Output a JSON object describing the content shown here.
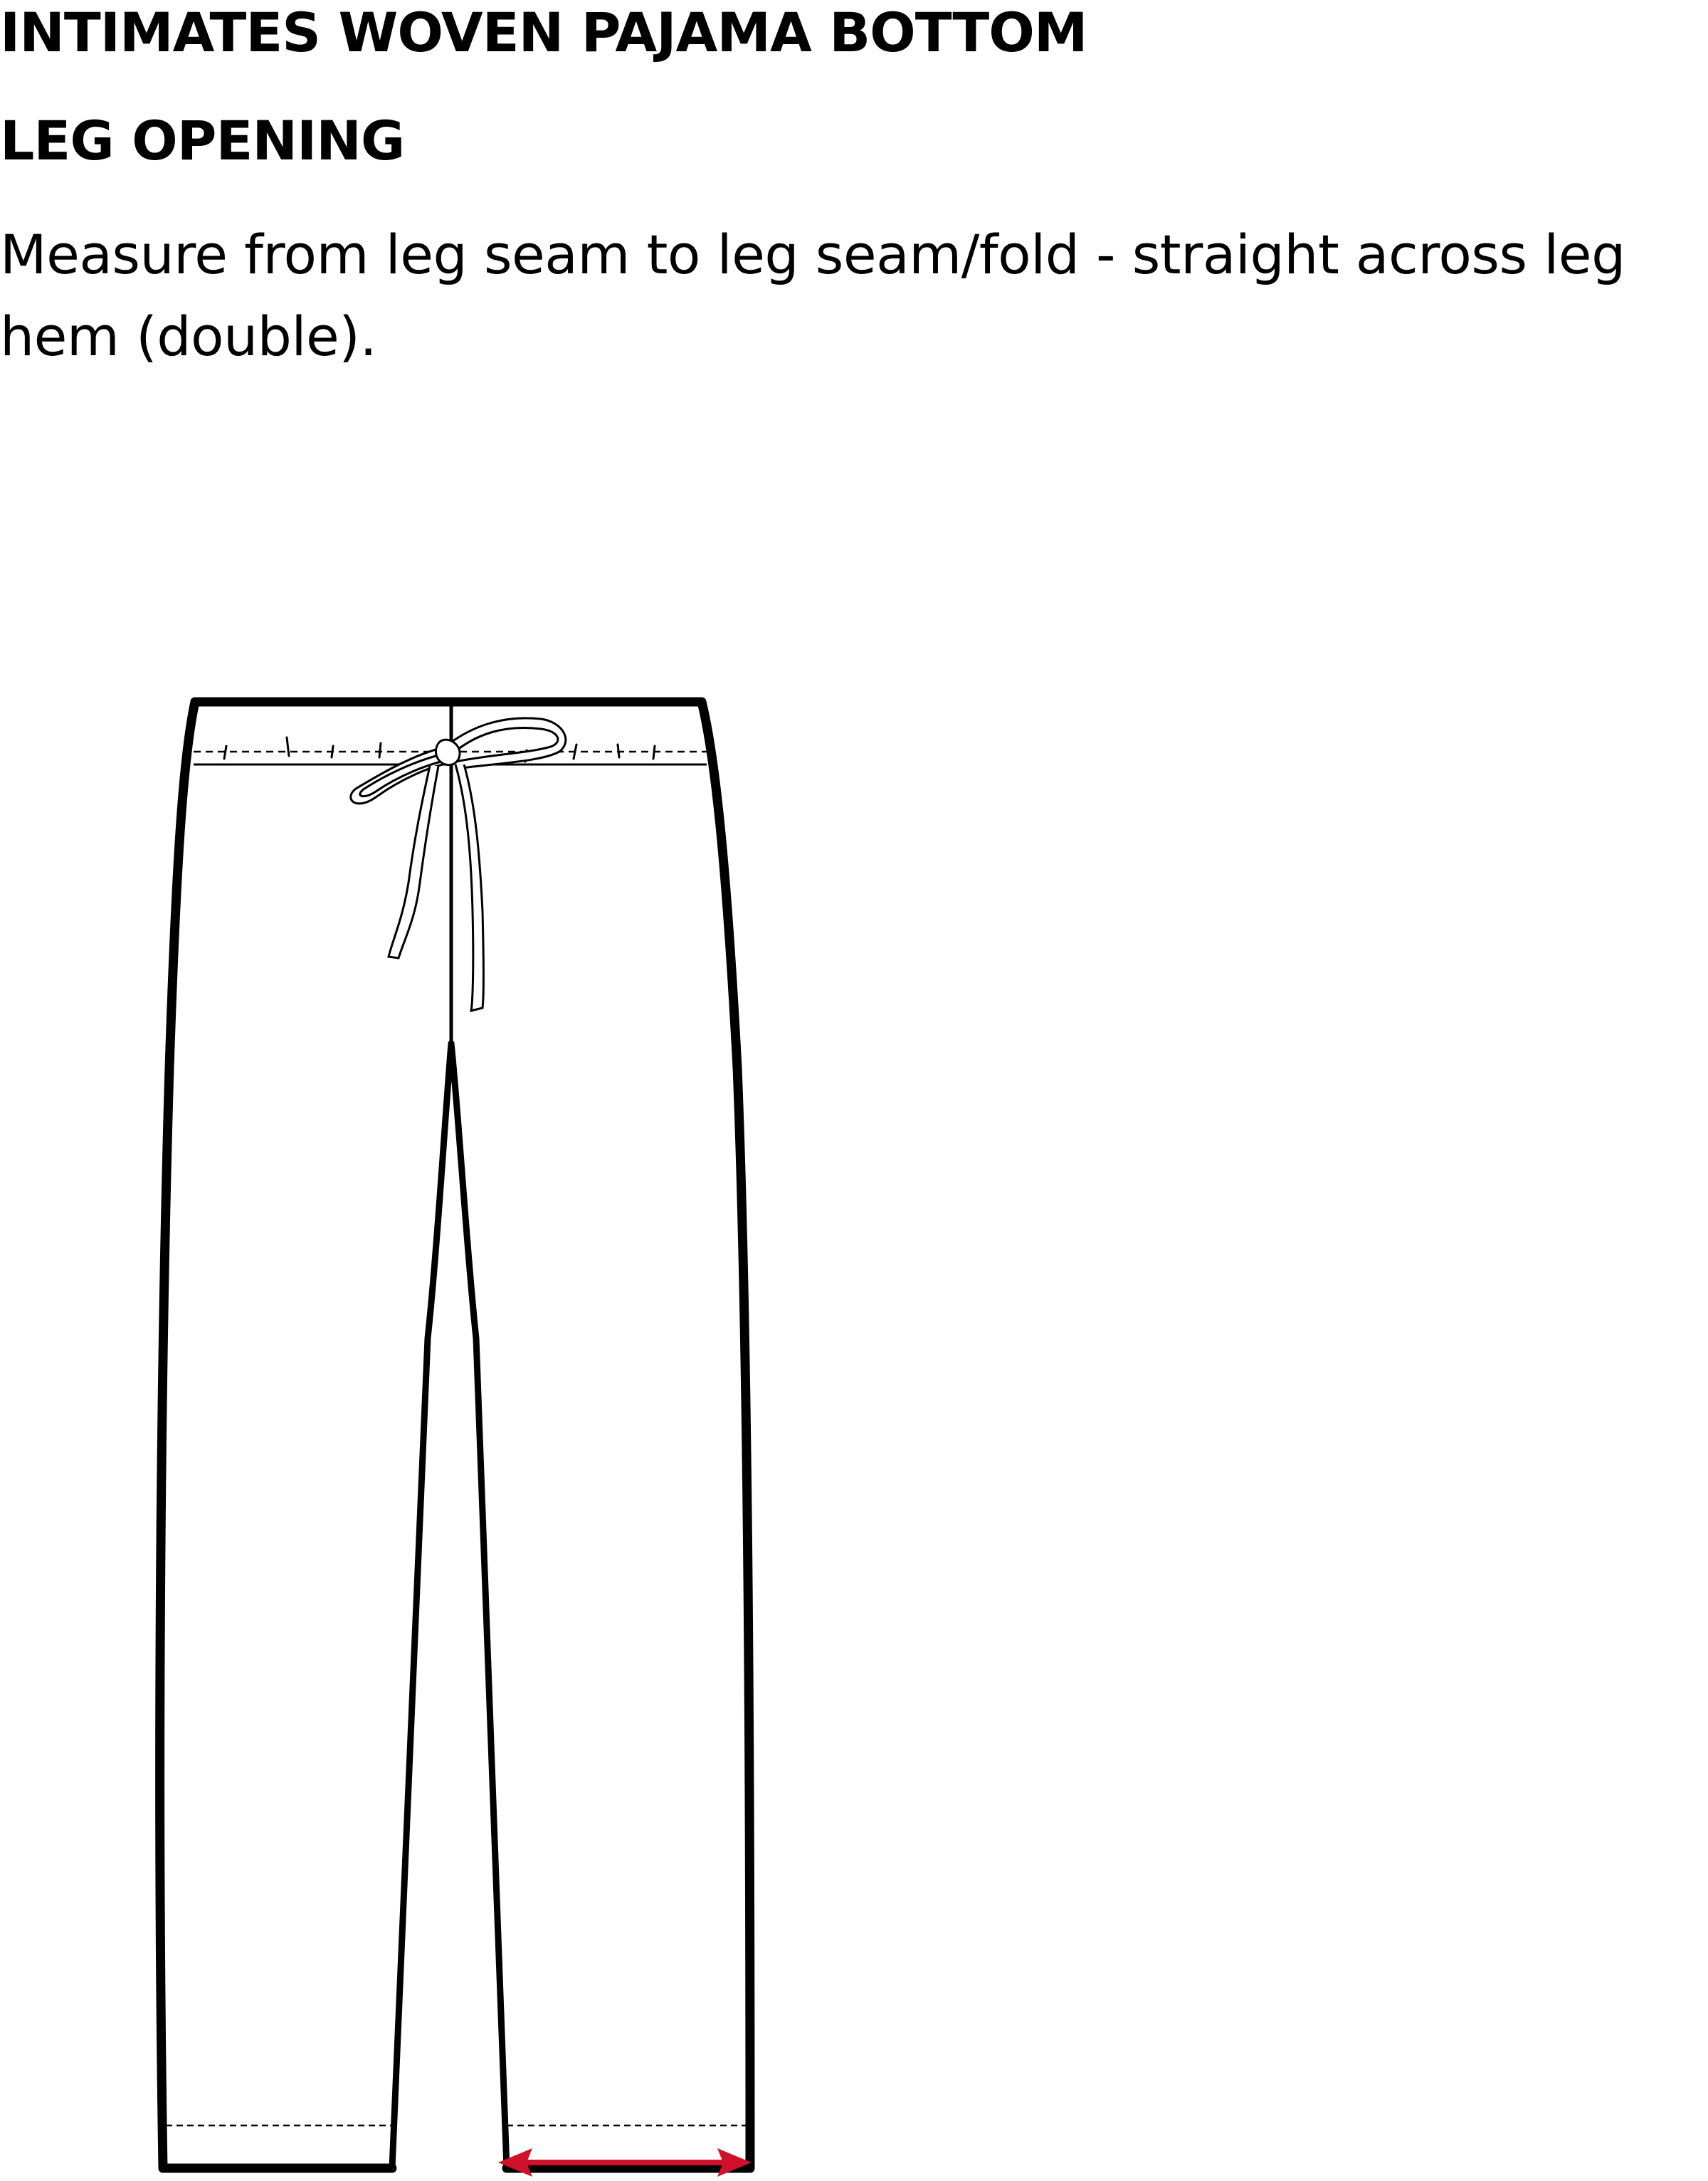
{
  "header": {
    "title": "INTIMATES WOVEN PAJAMA BOTTOM",
    "section_title": "LEG OPENING",
    "instruction": "Measure from leg seam to leg seam/fold - straight across leg hem (double)."
  },
  "colors": {
    "outline": "#000000",
    "measure_arrow": "#D0112B",
    "background": "#FFFFFF"
  }
}
